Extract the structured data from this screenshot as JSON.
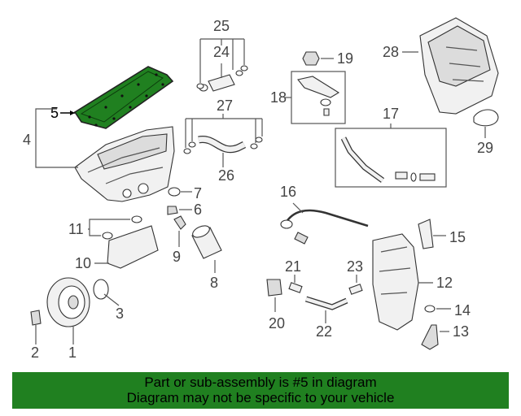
{
  "callouts": {
    "c1": "1",
    "c2": "2",
    "c3": "3",
    "c4": "4",
    "c5": "5",
    "c6": "6",
    "c7": "7",
    "c8": "8",
    "c9": "9",
    "c10": "10",
    "c11": "11",
    "c12": "12",
    "c13": "13",
    "c14": "14",
    "c15": "15",
    "c16": "16",
    "c17": "17",
    "c18": "18",
    "c19": "19",
    "c20": "20",
    "c21": "21",
    "c22": "22",
    "c23": "23",
    "c24": "24",
    "c25": "25",
    "c26": "26",
    "c27": "27",
    "c28": "28",
    "c29": "29"
  },
  "highlight": {
    "part_number": "5",
    "color": "#208020"
  },
  "footer": {
    "line1": "Part or sub-assembly is #5 in diagram",
    "line2": "Diagram may not be specific to your vehicle",
    "background": "#208020"
  }
}
